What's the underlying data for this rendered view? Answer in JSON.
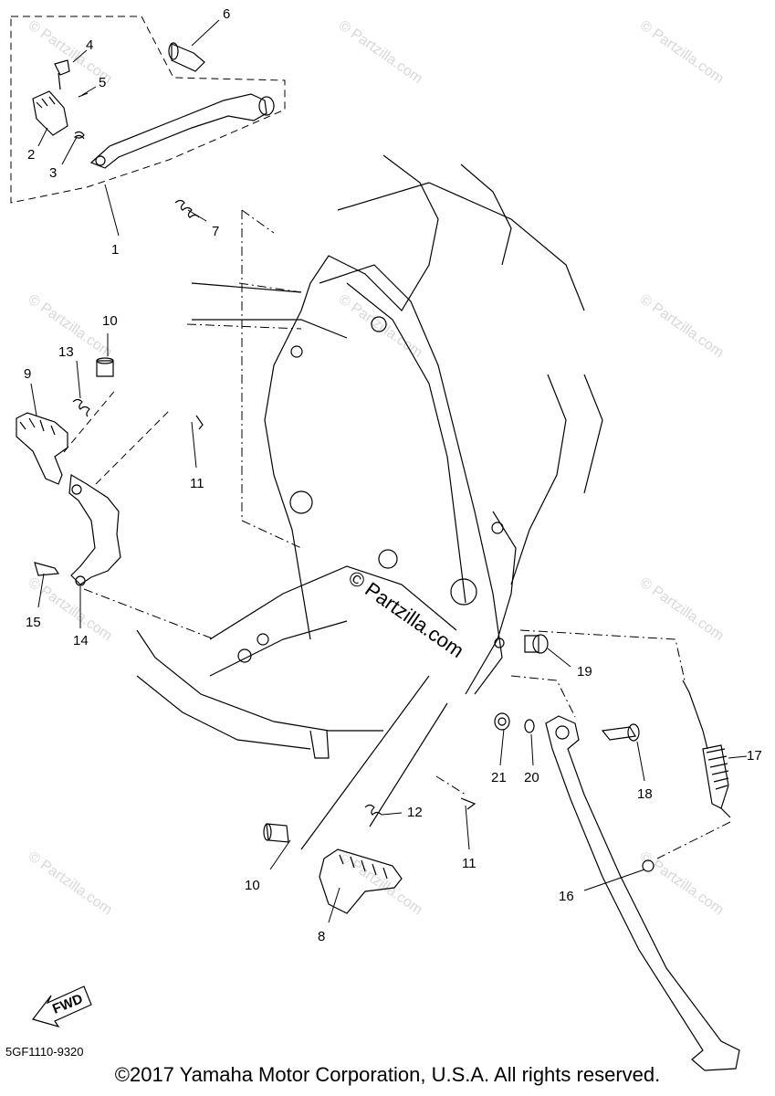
{
  "diagram": {
    "callouts": {
      "c1": "1",
      "c2": "2",
      "c3": "3",
      "c4": "4",
      "c5": "5",
      "c6": "6",
      "c7": "7",
      "c8": "8",
      "c9": "9",
      "c10a": "10",
      "c10b": "10",
      "c11a": "11",
      "c11b": "11",
      "c12": "12",
      "c13": "13",
      "c14": "14",
      "c15": "15",
      "c16": "16",
      "c17": "17",
      "c18": "18",
      "c19": "19",
      "c20": "20",
      "c21": "21"
    },
    "watermark_center": "© Partzilla.com",
    "watermark_text": "© Partzilla.com",
    "fwd_label": "FWD",
    "diagram_code": "5GF1110-9320",
    "copyright": "©2017  Yamaha Motor Corporation, U.S.A. All rights reserved."
  },
  "colors": {
    "ink": "#000000",
    "watermark": "#d8d8d8",
    "background": "#ffffff"
  }
}
